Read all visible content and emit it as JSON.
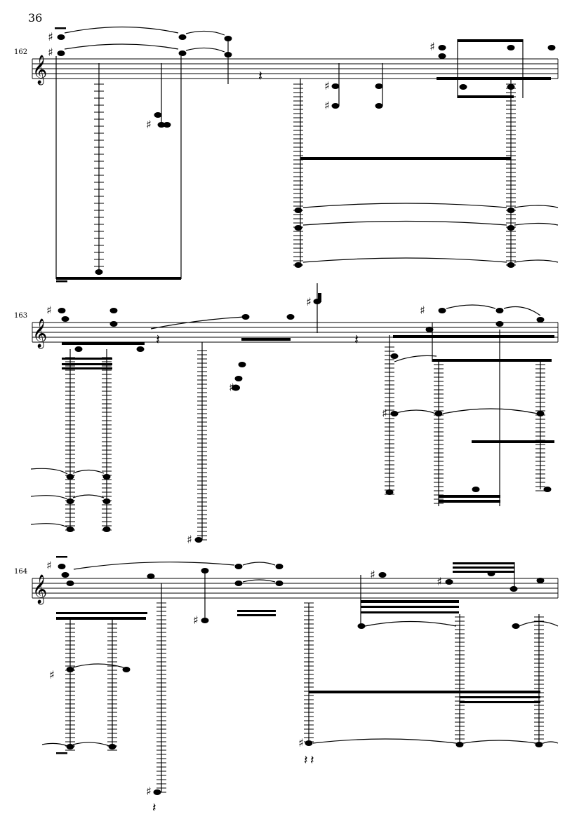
{
  "page": {
    "number": "36"
  },
  "systems": [
    {
      "measure_number": "162"
    },
    {
      "measure_number": "163"
    },
    {
      "measure_number": "164"
    }
  ],
  "symbols": {
    "treble_clef": "𝄞",
    "sharp": "♯",
    "quarter_rest": "𝄽",
    "notehead": "●"
  },
  "colors": {
    "ink": "#000000",
    "paper": "#ffffff"
  }
}
